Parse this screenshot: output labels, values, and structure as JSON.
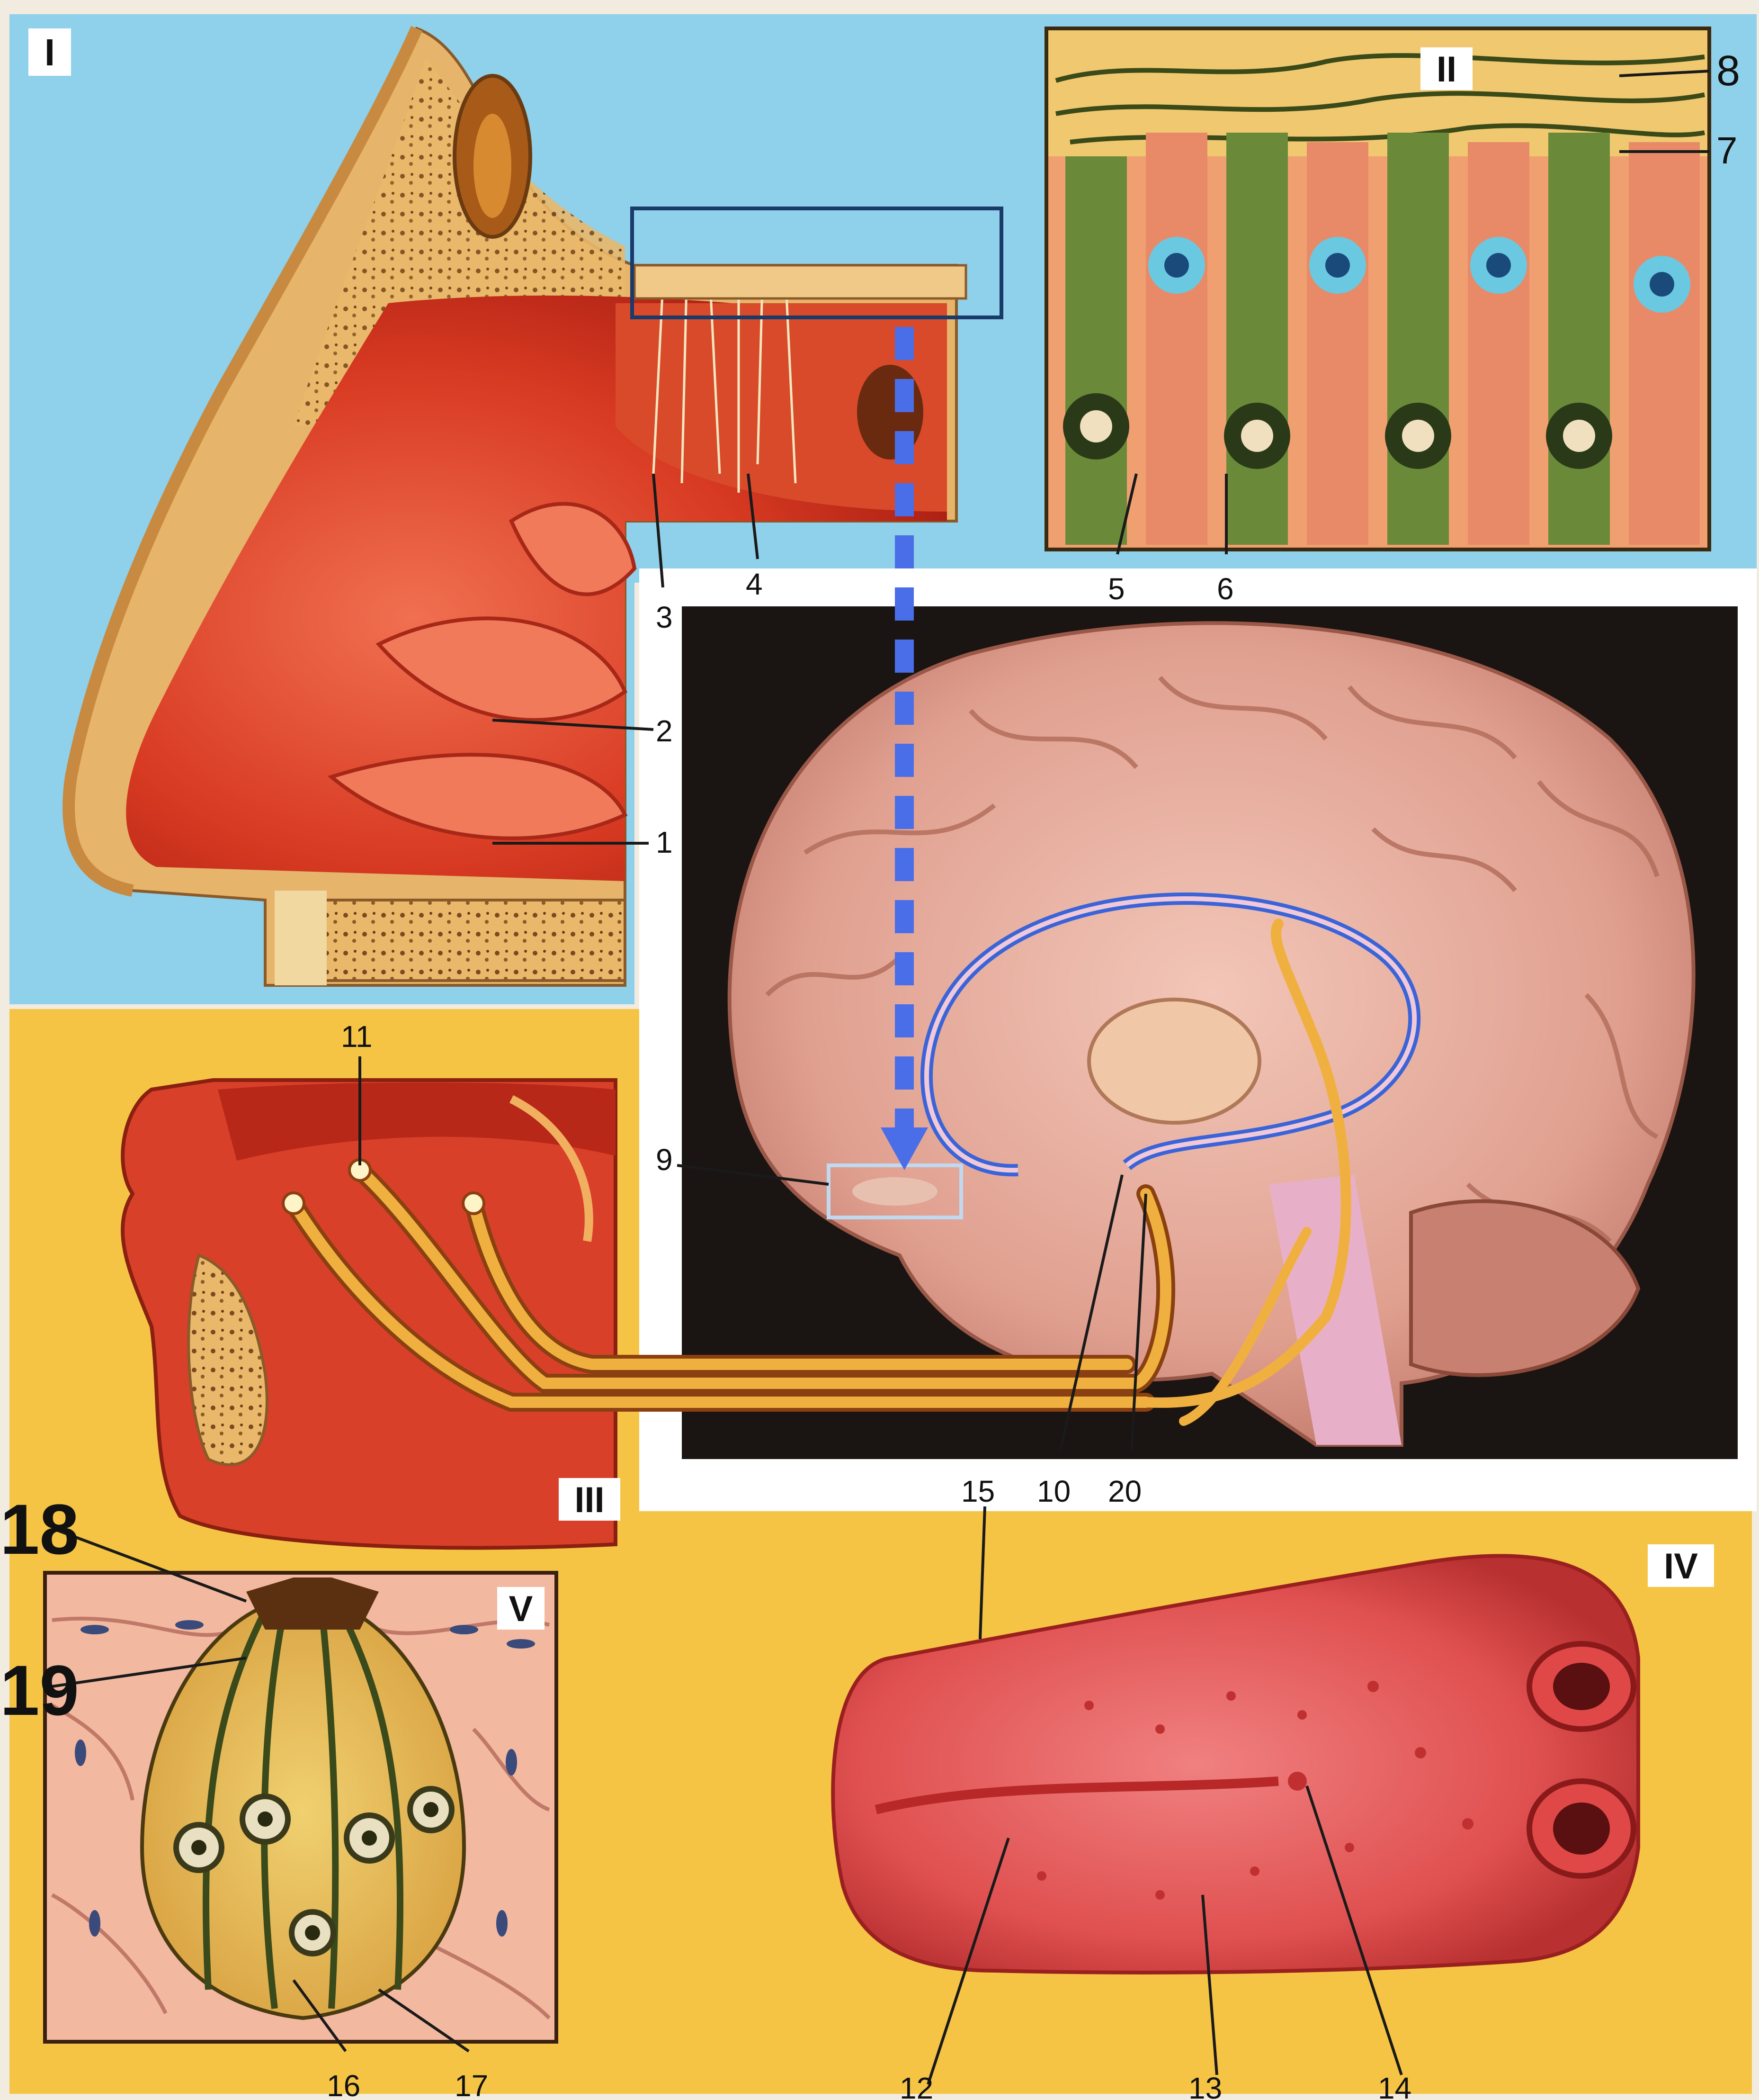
{
  "panels": {
    "I": {
      "numeral": "I"
    },
    "II": {
      "numeral": "II"
    },
    "III": {
      "numeral": "III"
    },
    "IV": {
      "numeral": "IV"
    },
    "V": {
      "numeral": "V"
    }
  },
  "labels": {
    "n1": "1",
    "n2": "2",
    "n3": "3",
    "n4": "4",
    "n5": "5",
    "n6": "6",
    "n7": "7",
    "n8": "8",
    "n9": "9",
    "n10": "10",
    "n11": "11",
    "n12": "12",
    "n13": "13",
    "n14": "14",
    "n15": "15",
    "n16": "16",
    "n17": "17",
    "n18": "18",
    "n19": "19",
    "n20": "20"
  },
  "colors": {
    "sky_background": "#8fd0ea",
    "yellow_background": "#f5c445",
    "nasal_tissue": "#d8402a",
    "bone": "#e8b868",
    "brain": "#e4a89a",
    "brain_dark_bg": "#1a1412",
    "tongue": "#d84040",
    "olfactory_arrow": "#4a6ee8",
    "nerve_path": "#f0b040",
    "limbic_ring": "#3a64d8"
  }
}
